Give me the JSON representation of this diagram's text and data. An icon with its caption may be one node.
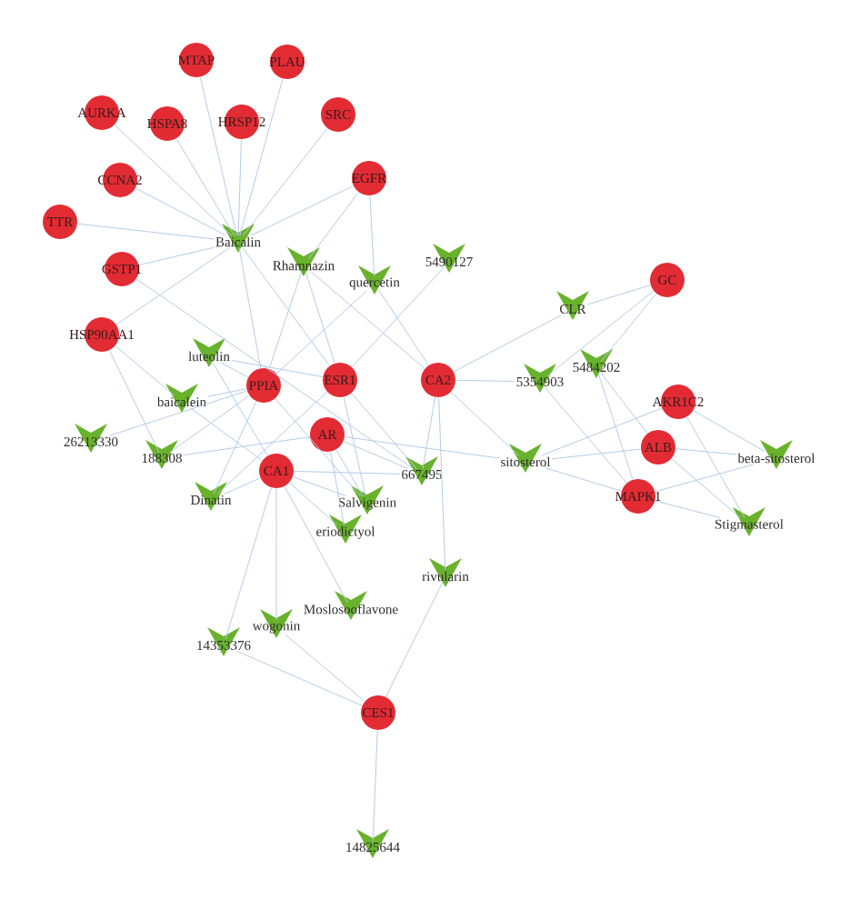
{
  "diagram": {
    "nodes": [
      {
        "text": [
          "MTAP"
        ]
      },
      {
        "text": [
          "PLAU"
        ]
      },
      {
        "text": [
          "AURKA"
        ]
      },
      {
        "text": [
          "SRC"
        ]
      },
      {
        "text": [
          "HSPA8"
        ]
      },
      {
        "text": [
          "HRSP12"
        ]
      },
      {
        "text": [
          "EGFR"
        ]
      },
      {
        "text": [
          "CCNA2"
        ]
      },
      {
        "text": [
          "TTR"
        ]
      },
      {
        "text": [
          "Baicalin"
        ]
      },
      {
        "text": [
          "5490127"
        ]
      },
      {
        "text": [
          "Rhamnazin"
        ]
      },
      {
        "text": [
          "GSTP1"
        ]
      },
      {
        "text": [
          "GC"
        ]
      },
      {
        "text": [
          "quercetin"
        ]
      },
      {
        "text": [
          "CLR"
        ]
      },
      {
        "text": [
          "HSP90AA1"
        ]
      },
      {
        "text": [
          "luteolin"
        ]
      },
      {
        "text": [
          "5484202"
        ]
      },
      {
        "text": [
          "5354903"
        ]
      },
      {
        "text": [
          "ESR1"
        ]
      },
      {
        "text": [
          "CA2"
        ]
      },
      {
        "text": [
          "PPIA"
        ]
      },
      {
        "text": [
          "baicalein"
        ]
      },
      {
        "text": [
          "AKR1C2"
        ]
      },
      {
        "text": [
          "26213330"
        ]
      },
      {
        "text": [
          "AR"
        ]
      },
      {
        "text": [
          "ALB"
        ]
      },
      {
        "text": [
          "188308"
        ]
      },
      {
        "text": [
          "sitosterol"
        ]
      },
      {
        "text": [
          "beta-sitosterol"
        ]
      },
      {
        "text": [
          "CA1"
        ]
      },
      {
        "text": [
          "667495"
        ]
      },
      {
        "text": [
          "MAPK1"
        ]
      },
      {
        "text": [
          "Dinatin"
        ]
      },
      {
        "text": [
          "Salvigenin"
        ]
      },
      {
        "text": [
          "Stigmasterol"
        ]
      },
      {
        "text": [
          "eriodictyol"
        ]
      },
      {
        "text": [
          "rivularin"
        ]
      },
      {
        "text": [
          "Moslosooflavone"
        ]
      },
      {
        "text": [
          "wogonin"
        ]
      },
      {
        "text": [
          "14353376"
        ]
      },
      {
        "text": [
          "CES1"
        ]
      },
      {
        "text": [
          "14825644"
        ]
      }
    ],
    "edges": [
      {
        "from": 9,
        "to": 0,
        "arrow": "none"
      },
      {
        "from": 9,
        "to": 1,
        "arrow": "none"
      },
      {
        "from": 9,
        "to": 2,
        "arrow": "none"
      },
      {
        "from": 9,
        "to": 3,
        "arrow": "none"
      },
      {
        "from": 9,
        "to": 4,
        "arrow": "none"
      },
      {
        "from": 9,
        "to": 5,
        "arrow": "none"
      },
      {
        "from": 9,
        "to": 6,
        "arrow": "none"
      },
      {
        "from": 9,
        "to": 7,
        "arrow": "none"
      },
      {
        "from": 9,
        "to": 8,
        "arrow": "none"
      },
      {
        "from": 9,
        "to": 12,
        "arrow": "none"
      },
      {
        "from": 9,
        "to": 16,
        "arrow": "none"
      },
      {
        "from": 9,
        "to": 22,
        "arrow": "none"
      },
      {
        "from": 9,
        "to": 20,
        "arrow": "none"
      },
      {
        "from": 11,
        "to": 6,
        "arrow": "none"
      },
      {
        "from": 11,
        "to": 22,
        "arrow": "none"
      },
      {
        "from": 11,
        "to": 20,
        "arrow": "none"
      },
      {
        "from": 11,
        "to": 21,
        "arrow": "none"
      },
      {
        "from": 14,
        "to": 6,
        "arrow": "none"
      },
      {
        "from": 14,
        "to": 21,
        "arrow": "none"
      },
      {
        "from": 14,
        "to": 22,
        "arrow": "none"
      },
      {
        "from": 10,
        "to": 20,
        "arrow": "none"
      },
      {
        "from": 15,
        "to": 13,
        "arrow": "none"
      },
      {
        "from": 15,
        "to": 21,
        "arrow": "none"
      },
      {
        "from": 18,
        "to": 13,
        "arrow": "none"
      },
      {
        "from": 18,
        "to": 27,
        "arrow": "none"
      },
      {
        "from": 18,
        "to": 33,
        "arrow": "none"
      },
      {
        "from": 19,
        "to": 13,
        "arrow": "none"
      },
      {
        "from": 19,
        "to": 21,
        "arrow": "none"
      },
      {
        "from": 19,
        "to": 33,
        "arrow": "none"
      },
      {
        "from": 17,
        "to": 22,
        "arrow": "none"
      },
      {
        "from": 17,
        "to": 20,
        "arrow": "none"
      },
      {
        "from": 17,
        "to": 31,
        "arrow": "none"
      },
      {
        "from": 23,
        "to": 16,
        "arrow": "none"
      },
      {
        "from": 23,
        "to": 22,
        "arrow": "none"
      },
      {
        "from": 23,
        "to": 31,
        "arrow": "none"
      },
      {
        "from": 25,
        "to": 22,
        "arrow": "none"
      },
      {
        "from": 28,
        "to": 16,
        "arrow": "none"
      },
      {
        "from": 28,
        "to": 22,
        "arrow": "none"
      },
      {
        "from": 28,
        "to": 26,
        "arrow": "none"
      },
      {
        "from": 29,
        "to": 21,
        "arrow": "none"
      },
      {
        "from": 29,
        "to": 26,
        "arrow": "none"
      },
      {
        "from": 29,
        "to": 24,
        "arrow": "none"
      },
      {
        "from": 29,
        "to": 27,
        "arrow": "none"
      },
      {
        "from": 29,
        "to": 33,
        "arrow": "none"
      },
      {
        "from": 30,
        "to": 24,
        "arrow": "none"
      },
      {
        "from": 30,
        "to": 27,
        "arrow": "none"
      },
      {
        "from": 30,
        "to": 33,
        "arrow": "none"
      },
      {
        "from": 36,
        "to": 24,
        "arrow": "none"
      },
      {
        "from": 36,
        "to": 27,
        "arrow": "none"
      },
      {
        "from": 36,
        "to": 33,
        "arrow": "none"
      },
      {
        "from": 32,
        "to": 12,
        "arrow": "none"
      },
      {
        "from": 32,
        "to": 20,
        "arrow": "none"
      },
      {
        "from": 32,
        "to": 21,
        "arrow": "none"
      },
      {
        "from": 32,
        "to": 26,
        "arrow": "none"
      },
      {
        "from": 32,
        "to": 31,
        "arrow": "none"
      },
      {
        "from": 34,
        "to": 22,
        "arrow": "none"
      },
      {
        "from": 34,
        "to": 20,
        "arrow": "none"
      },
      {
        "from": 34,
        "to": 31,
        "arrow": "none"
      },
      {
        "from": 35,
        "to": 22,
        "arrow": "none"
      },
      {
        "from": 35,
        "to": 20,
        "arrow": "none"
      },
      {
        "from": 35,
        "to": 26,
        "arrow": "none"
      },
      {
        "from": 35,
        "to": 31,
        "arrow": "none"
      },
      {
        "from": 37,
        "to": 26,
        "arrow": "none"
      },
      {
        "from": 37,
        "to": 31,
        "arrow": "none"
      },
      {
        "from": 38,
        "to": 21,
        "arrow": "none"
      },
      {
        "from": 38,
        "to": 42,
        "arrow": "none"
      },
      {
        "from": 39,
        "to": 31,
        "arrow": "none"
      },
      {
        "from": 40,
        "to": 31,
        "arrow": "none"
      },
      {
        "from": 40,
        "to": 42,
        "arrow": "none"
      },
      {
        "from": 41,
        "to": 31,
        "arrow": "none"
      },
      {
        "from": 41,
        "to": 42,
        "arrow": "none"
      },
      {
        "from": 43,
        "to": 42,
        "arrow": "none"
      }
    ]
  }
}
